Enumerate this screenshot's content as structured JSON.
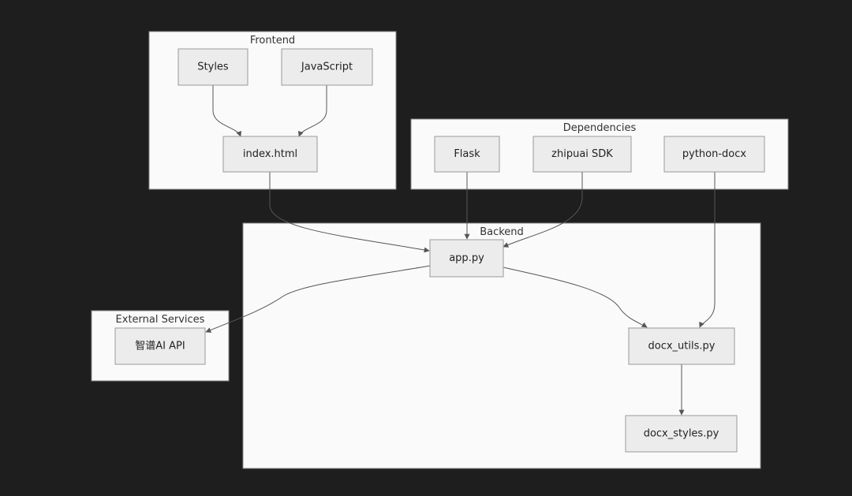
{
  "diagram": {
    "clusters": {
      "frontend": "Frontend",
      "dependencies": "Dependencies",
      "backend": "Backend",
      "external": "External Services"
    },
    "nodes": {
      "styles": "Styles",
      "javascript": "JavaScript",
      "index_html": "index.html",
      "flask": "Flask",
      "zhipuai_sdk": "zhipuai SDK",
      "python_docx": "python-docx",
      "app_py": "app.py",
      "docx_utils": "docx_utils.py",
      "docx_styles": "docx_styles.py",
      "zhipu_api": "智谱AI API"
    },
    "edges": [
      {
        "from": "Styles",
        "to": "index.html"
      },
      {
        "from": "JavaScript",
        "to": "index.html"
      },
      {
        "from": "index.html",
        "to": "app.py"
      },
      {
        "from": "Flask",
        "to": "app.py"
      },
      {
        "from": "zhipuai SDK",
        "to": "app.py"
      },
      {
        "from": "python-docx",
        "to": "docx_utils.py"
      },
      {
        "from": "app.py",
        "to": "docx_utils.py"
      },
      {
        "from": "app.py",
        "to": "智谱AI API"
      },
      {
        "from": "docx_utils.py",
        "to": "docx_styles.py"
      }
    ]
  }
}
